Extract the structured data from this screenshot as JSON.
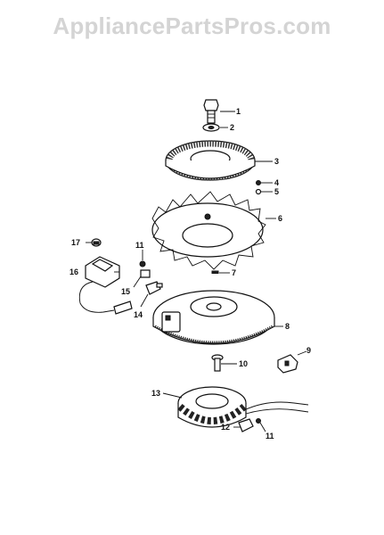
{
  "watermark": "AppliancePartsPros.com",
  "callouts": [
    "1",
    "2",
    "3",
    "4",
    "5",
    "6",
    "7",
    "8",
    "9",
    "10",
    "11",
    "11",
    "12",
    "13",
    "14",
    "15",
    "16",
    "17"
  ]
}
